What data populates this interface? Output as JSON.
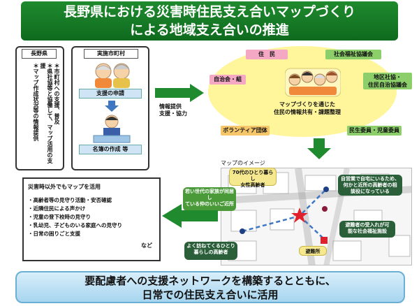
{
  "title": {
    "line1": "長野県における災害時住民支え合いマップづくり",
    "line2": "による地域支え合いの推進"
  },
  "prefecture": {
    "header": "長野県",
    "text": "＊市町村への支援、普及\n＊県社協等と協働して、マップ活用の支援\n＊マップ作成状況等の情報提供"
  },
  "municipality": {
    "header": "実施市町村",
    "step1": "支援の申請",
    "step2": "名簿の作成 等"
  },
  "info_support": "情報提供\n支援・協力",
  "oval": {
    "resident": "住　民",
    "social_welfare_council": "社会福祉協議会",
    "jichikai": "自治会・組",
    "district": "地区社協・\n住民自治協議会",
    "volunteer": "ボランティア団体",
    "welfare_commissioners": "民生委員・児童委員",
    "caption": "マップづくりを通じた\n住民の情報共有・課題整理"
  },
  "map": {
    "label": "マップのイメージ",
    "elderly_alone": "70代のひとり暮らし\n女性高齢者",
    "young_family": "若い世代の家族が同居し\nている仲のいいご近所",
    "shop": "自営業で自宅にいるため、\n何かと近所の高齢者の相\n談役になっている",
    "facility": "避難者の受入れが可\n能な社会福祉施設",
    "often_visit": "よく訪ねてくるひとり\n暮らしの高齢者",
    "shelter": "避難所"
  },
  "usage": {
    "title": "災害時以外でもマップを活用",
    "items": [
      "高齢者等の見守り活動・安否確認",
      "近隣住民による声かけ",
      "児童の登下校時の見守り",
      "乳幼児、子どものいる家庭への見守り",
      "日常の困りごと支援"
    ],
    "etc": "など"
  },
  "bottom": {
    "line1": "要配慮者への支援ネットワークを構築するとともに、",
    "line2": "日常での住民支え合いに活用"
  },
  "colors": {
    "green": "#1f8a2e",
    "yellow": "#fff59a",
    "light_blue": "#cfe5f5",
    "pink": "#f4a8c4"
  }
}
